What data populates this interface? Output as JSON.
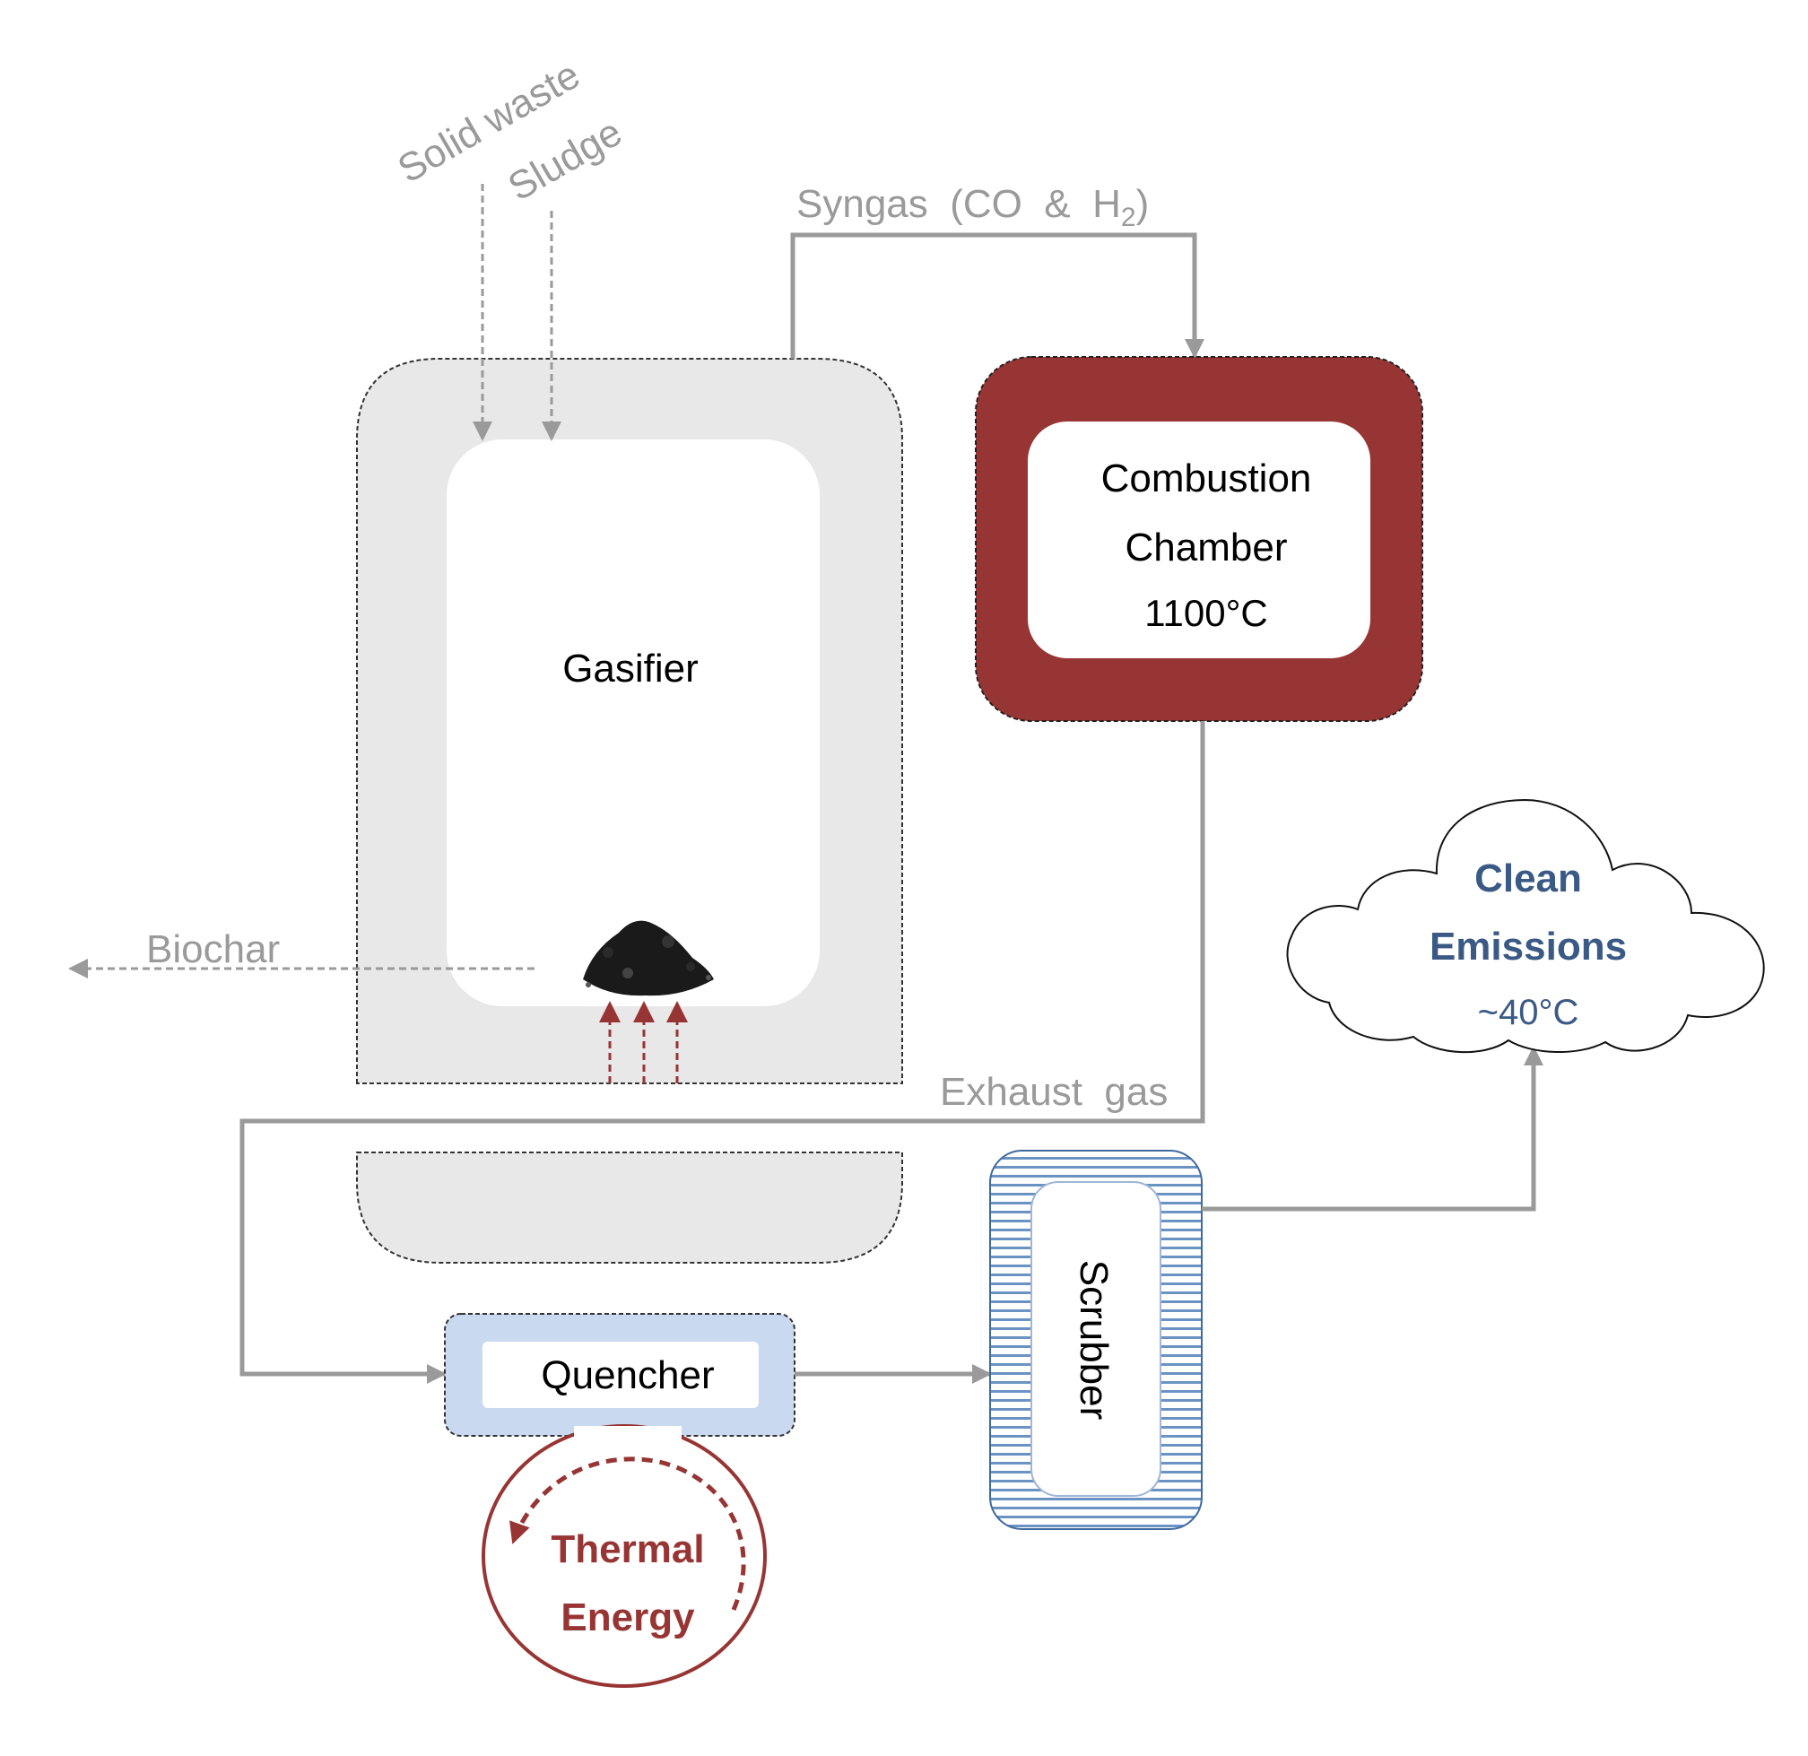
{
  "labels": {
    "solid_waste": "Solid  waste",
    "sludge": "Sludge",
    "syngas_prefix": "Syngas  (CO  &  H",
    "syngas_subscript": "2",
    "syngas_suffix": ")",
    "gasifier": "Gasifier",
    "combustion_line1": "Combustion",
    "combustion_line2": "Chamber",
    "combustion_temp": "1100°C",
    "biochar": "Biochar",
    "exhaust_gas": "Exhaust  gas",
    "clean_line1": "Clean",
    "clean_line2": "Emissions",
    "clean_temp": "~40°C",
    "quencher": "Quencher",
    "scrubber": "Scrubber",
    "thermal_line1": "Thermal",
    "thermal_line2": "Energy"
  },
  "colors": {
    "flow_line": "#9a9a9a",
    "label_gray": "#9a9a9a",
    "gasifier_shell": "#e8e8e8",
    "combustion_red": "#973534",
    "heat_arrow_red": "#973534",
    "clean_blue": "#3a5a85",
    "quencher_fill": "#c9daf0",
    "scrubber_stripe": "#6a93c4",
    "thermal_red": "#973534"
  }
}
